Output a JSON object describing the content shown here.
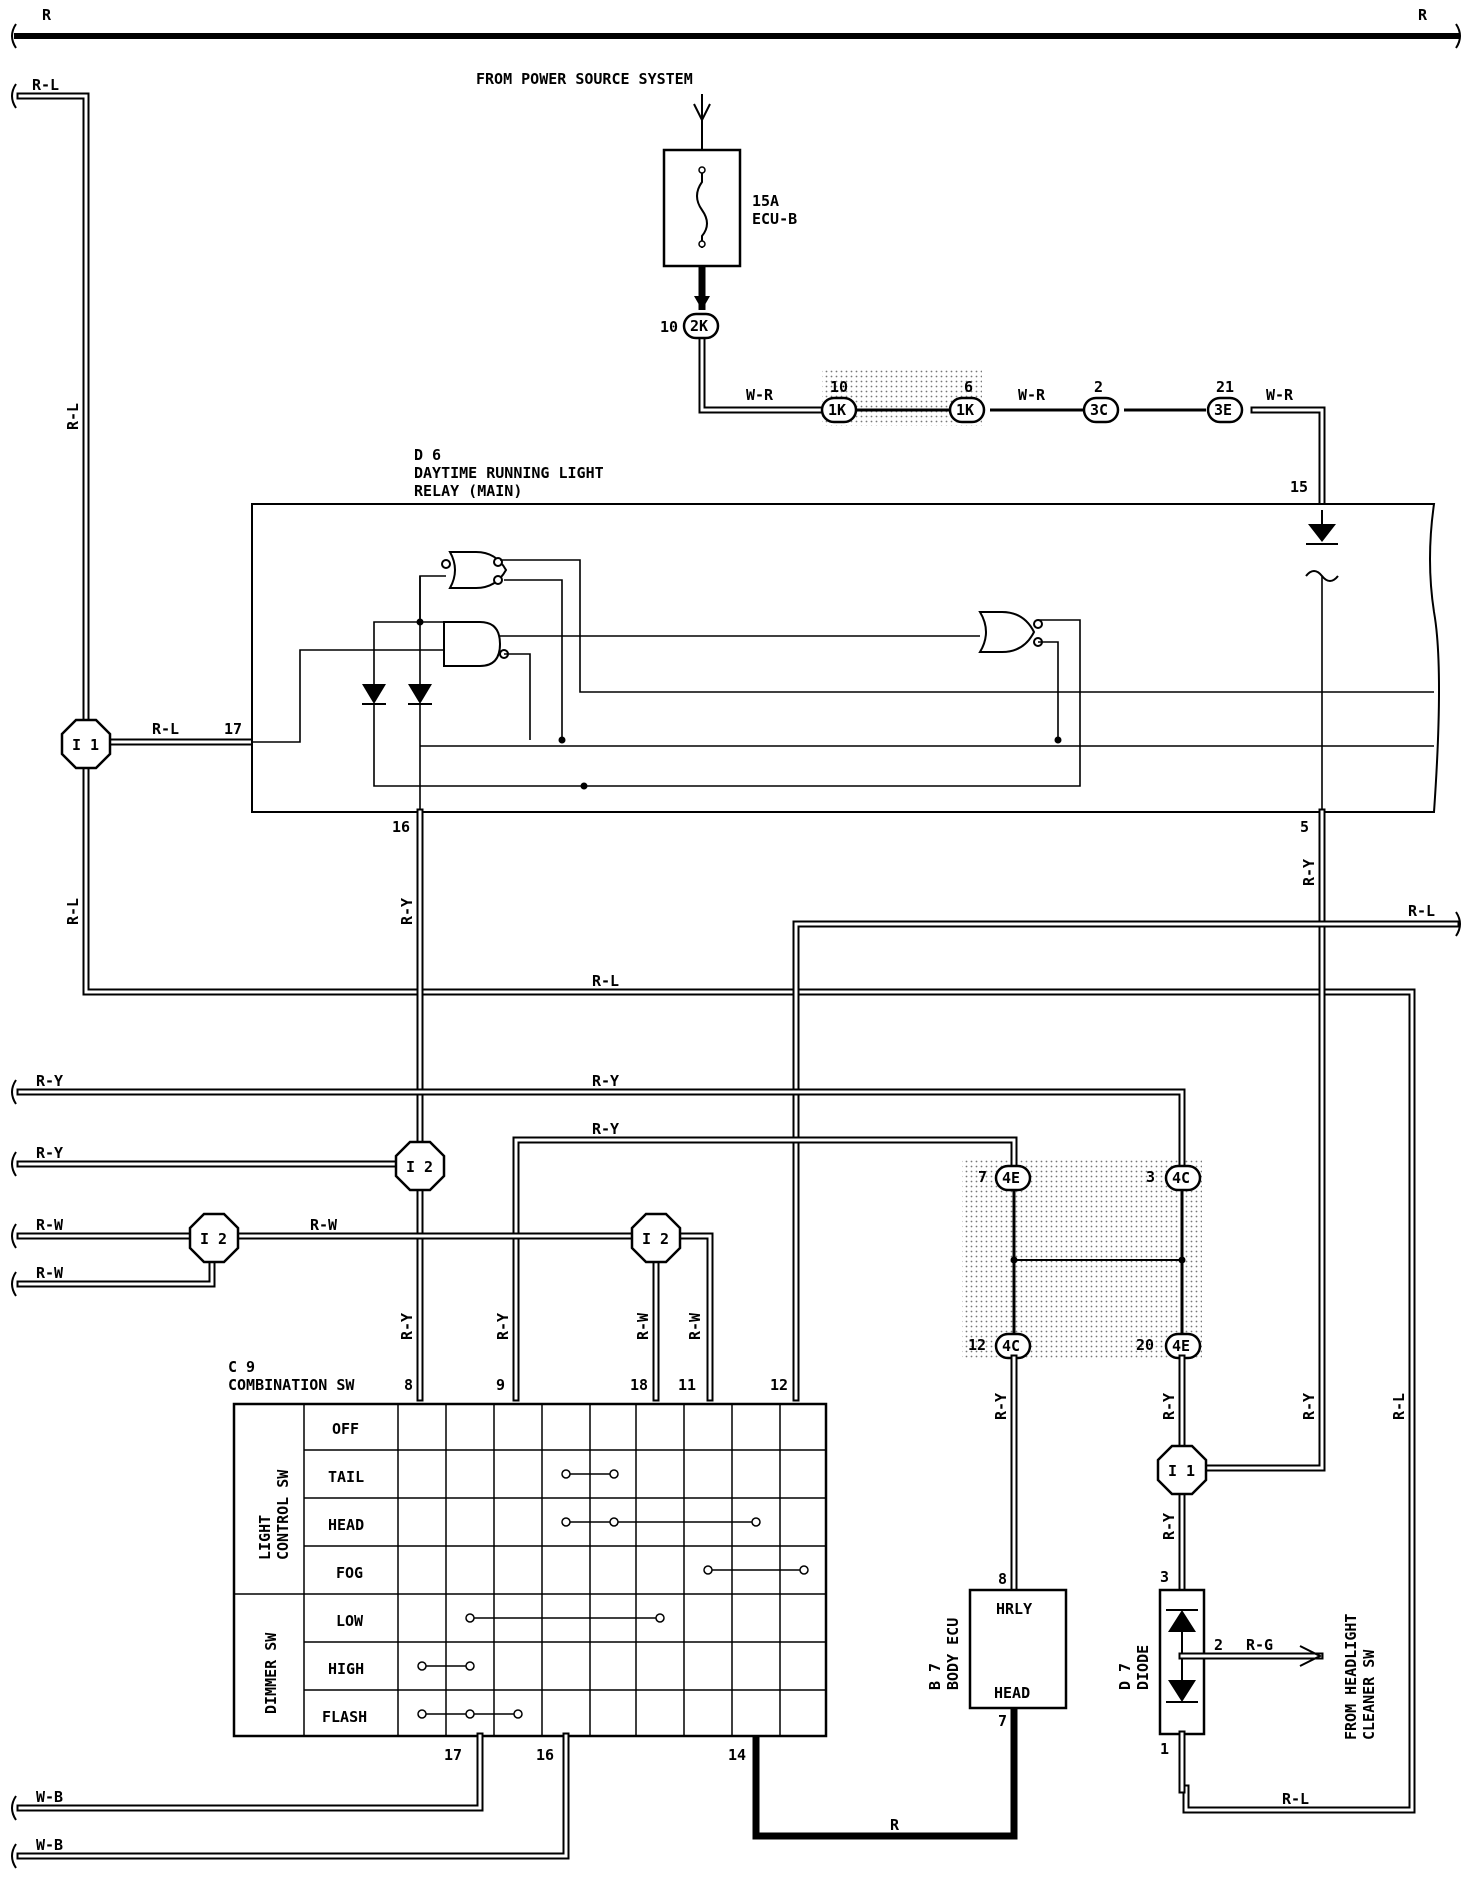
{
  "bus": {
    "top_left": "R",
    "top_right": "R"
  },
  "power": {
    "source_label": "FROM POWER SOURCE SYSTEM",
    "fuse_rating": "15A",
    "fuse_name": "ECU-B"
  },
  "connectors": [
    {
      "pin": "10",
      "code": "2K"
    },
    {
      "pin": "10",
      "code": "1K"
    },
    {
      "pin": "6",
      "code": "1K"
    },
    {
      "pin": "2",
      "code": "3C"
    },
    {
      "pin": "21",
      "code": "3E"
    },
    {
      "pin": "7",
      "code": "4E"
    },
    {
      "pin": "3",
      "code": "4C"
    },
    {
      "pin": "12",
      "code": "4C"
    },
    {
      "pin": "20",
      "code": "4E"
    }
  ],
  "relay": {
    "code": "D 6",
    "name_line1": "DAYTIME RUNNING LIGHT",
    "name_line2": "RELAY (MAIN)",
    "pin_top": "15",
    "pin_left": "17",
    "pin_bottom_left": "16",
    "pin_bottom_right": "5"
  },
  "splices": {
    "i1_top": "I 1",
    "i2_mid": "I 2",
    "i2_left": "I 2",
    "i2_right": "I 2",
    "i1_bottom": "I 1"
  },
  "wires": {
    "rl_left_top": "R-L",
    "rl_vert_upper": "R-L",
    "rl_to_relay": "R-L",
    "rl_vert_lower": "R-L",
    "rl_horizontal": "R-L",
    "rl_right_edge": "R-L",
    "rl_right_vert": "R-L",
    "rl_bottom": "R-L",
    "wr_1": "W-R",
    "wr_2": "W-R",
    "wr_3": "W-R",
    "ry_relay16": "R-Y",
    "ry_relay5": "R-Y",
    "ry_left1": "R-Y",
    "ry_top": "R-Y",
    "ry_left2": "R-Y",
    "ry_mid": "R-Y",
    "ry_v1": "R-Y",
    "ry_v2": "R-Y",
    "ry_ecu": "R-Y",
    "ry_d7": "R-Y",
    "ry_right": "R-Y",
    "ry_i1": "R-Y",
    "rw_left1": "R-W",
    "rw_mid": "R-W",
    "rw_left2": "R-W",
    "rw_v1": "R-W",
    "rw_v2": "R-W",
    "wb_1": "W-B",
    "wb_2": "W-B",
    "r_bottom": "R",
    "rg": "R-G"
  },
  "combination_sw": {
    "code": "C 9",
    "name": "COMBINATION SW",
    "pins_top": {
      "p8": "8",
      "p9": "9",
      "p18": "18",
      "p11": "11",
      "p12": "12"
    },
    "pins_bottom": {
      "p17": "17",
      "p16": "16",
      "p14": "14"
    },
    "group1": [
      "LIGHT",
      "CONTROL SW"
    ],
    "group2": "DIMMER SW",
    "rows": [
      "OFF",
      "TAIL",
      "HEAD",
      "FOG",
      "LOW",
      "HIGH",
      "FLASH"
    ]
  },
  "body_ecu": {
    "code": "B 7",
    "name": "BODY ECU",
    "pin_top": "8",
    "pin_bottom": "7",
    "label_top": "HRLY",
    "label_bottom": "HEAD"
  },
  "diode": {
    "code": "D 7",
    "name": "DIODE",
    "pin_top": "3",
    "pin_side": "2",
    "pin_bottom": "1"
  },
  "headlight_cleaner": {
    "line1": "FROM HEADLIGHT",
    "line2": "CLEANER SW"
  }
}
